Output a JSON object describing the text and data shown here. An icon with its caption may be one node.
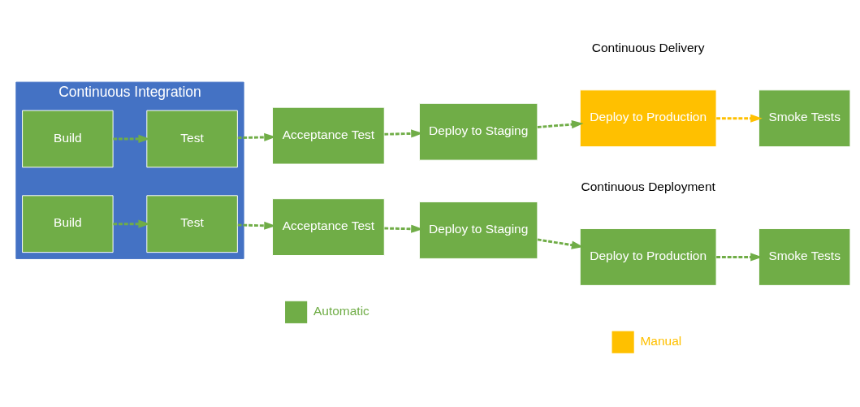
{
  "diagram": {
    "nodes": [
      {
        "text": [
          "Continuous Integration"
        ]
      },
      {
        "text": [
          "Build"
        ],
        "in": 0
      },
      {
        "text": [
          "Test"
        ],
        "in": 0
      },
      {
        "text": [
          "Acceptance Test"
        ]
      },
      {
        "text": [
          "Deploy to Staging"
        ]
      },
      {
        "text": [
          "Deploy to Production"
        ]
      },
      {
        "text": [
          "Smoke Tests"
        ]
      },
      {
        "text": [
          "Build"
        ],
        "in": 0
      },
      {
        "text": [
          "Test"
        ],
        "in": 0
      },
      {
        "text": [
          "Acceptance Test"
        ]
      },
      {
        "text": [
          "Deploy to Staging"
        ]
      },
      {
        "text": [
          "Deploy to Production"
        ]
      },
      {
        "text": [
          "Smoke Tests"
        ]
      }
    ],
    "edges": [
      {
        "from": 1,
        "to": 2,
        "arrow": "to",
        "style": "dashed"
      },
      {
        "from": 2,
        "to": 3,
        "arrow": "to",
        "style": "dashed"
      },
      {
        "from": 3,
        "to": 4,
        "arrow": "to",
        "style": "dashed"
      },
      {
        "from": 4,
        "to": 5,
        "arrow": "to",
        "style": "dashed"
      },
      {
        "from": 5,
        "to": 6,
        "arrow": "to",
        "style": "dashed",
        "color": "#ffc000"
      },
      {
        "from": 7,
        "to": 8,
        "arrow": "to",
        "style": "dashed"
      },
      {
        "from": 8,
        "to": 9,
        "arrow": "to",
        "style": "dashed"
      },
      {
        "from": 9,
        "to": 10,
        "arrow": "to",
        "style": "dashed"
      },
      {
        "from": 10,
        "to": 11,
        "arrow": "to",
        "style": "dashed"
      },
      {
        "from": 11,
        "to": 12,
        "arrow": "to",
        "style": "dashed"
      }
    ],
    "labels": [
      "Continuous Delivery",
      "Continuous Deployment"
    ],
    "legend": [
      {
        "text": "Automatic",
        "color": "#70ad47"
      },
      {
        "text": "Manual",
        "color": "#ffc000"
      }
    ]
  }
}
